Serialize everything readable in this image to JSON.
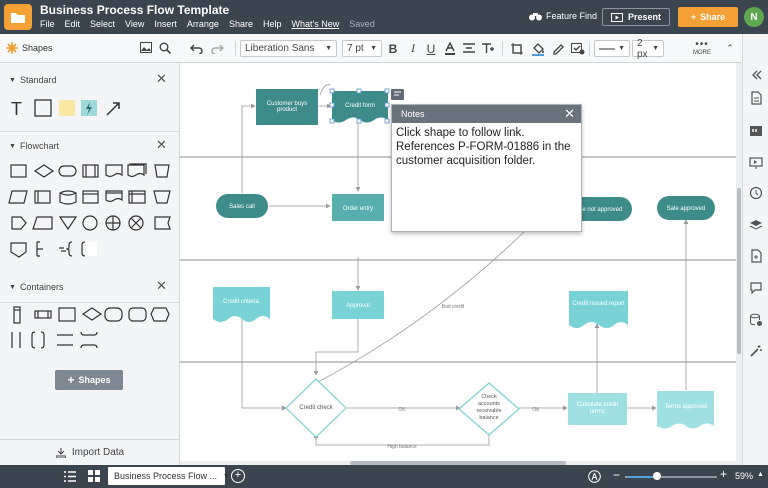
{
  "app": {
    "doc_title": "Business Process Flow Template",
    "menu": [
      "File",
      "Edit",
      "Select",
      "View",
      "Insert",
      "Arrange",
      "Share",
      "Help",
      "What's New",
      "Saved"
    ],
    "feature_find": "Feature Find",
    "present": "Present",
    "share": "Share",
    "avatar_initial": "N"
  },
  "toolbar": {
    "font_name": "Liberation Sans",
    "font_size": "7 pt",
    "bold": "B",
    "italic": "I",
    "underline": "U",
    "line_width": "2 px",
    "more": "MORE"
  },
  "shapes_panel": {
    "title": "Shapes",
    "sections": {
      "standard": "Standard",
      "flowchart": "Flowchart",
      "containers": "Containers"
    },
    "add_shapes": "Shapes",
    "import_data": "Import Data"
  },
  "diagram": {
    "customer_buys": "Customer buys product",
    "credit_form": "Credit form",
    "sales_call": "Sales call",
    "order_entry": "Order entry",
    "sale_not_approved": "Sale not approved",
    "sale_approved": "Sale approved",
    "credit_criteria": "Credit criteria",
    "approval": "Approval",
    "bad_credit": "Bad credit",
    "credit_issued_report": "Credit issued report",
    "credit_check": "Credit check",
    "ok_1": "OK",
    "check_receivable": "Check accounts receivable balance",
    "ok_2": "OK",
    "calculate_credit": "Calculate credit terms",
    "terms_approved": "Terms approved",
    "high_balance": "High balance"
  },
  "notes": {
    "title": "Notes",
    "body": "Click shape to follow link. References P-FORM-01886 in the customer acquisition folder."
  },
  "bottom": {
    "page_tab": "Business Process Flow ...",
    "zoom": "59%"
  },
  "colors": {
    "topbar": "#3b4550",
    "accent_orange": "#f5a034",
    "teal_dark": "#3e8c8a",
    "teal_mid": "#59aeae",
    "teal_light": "#79d2d6",
    "teal_pale": "#9fe1e3"
  }
}
